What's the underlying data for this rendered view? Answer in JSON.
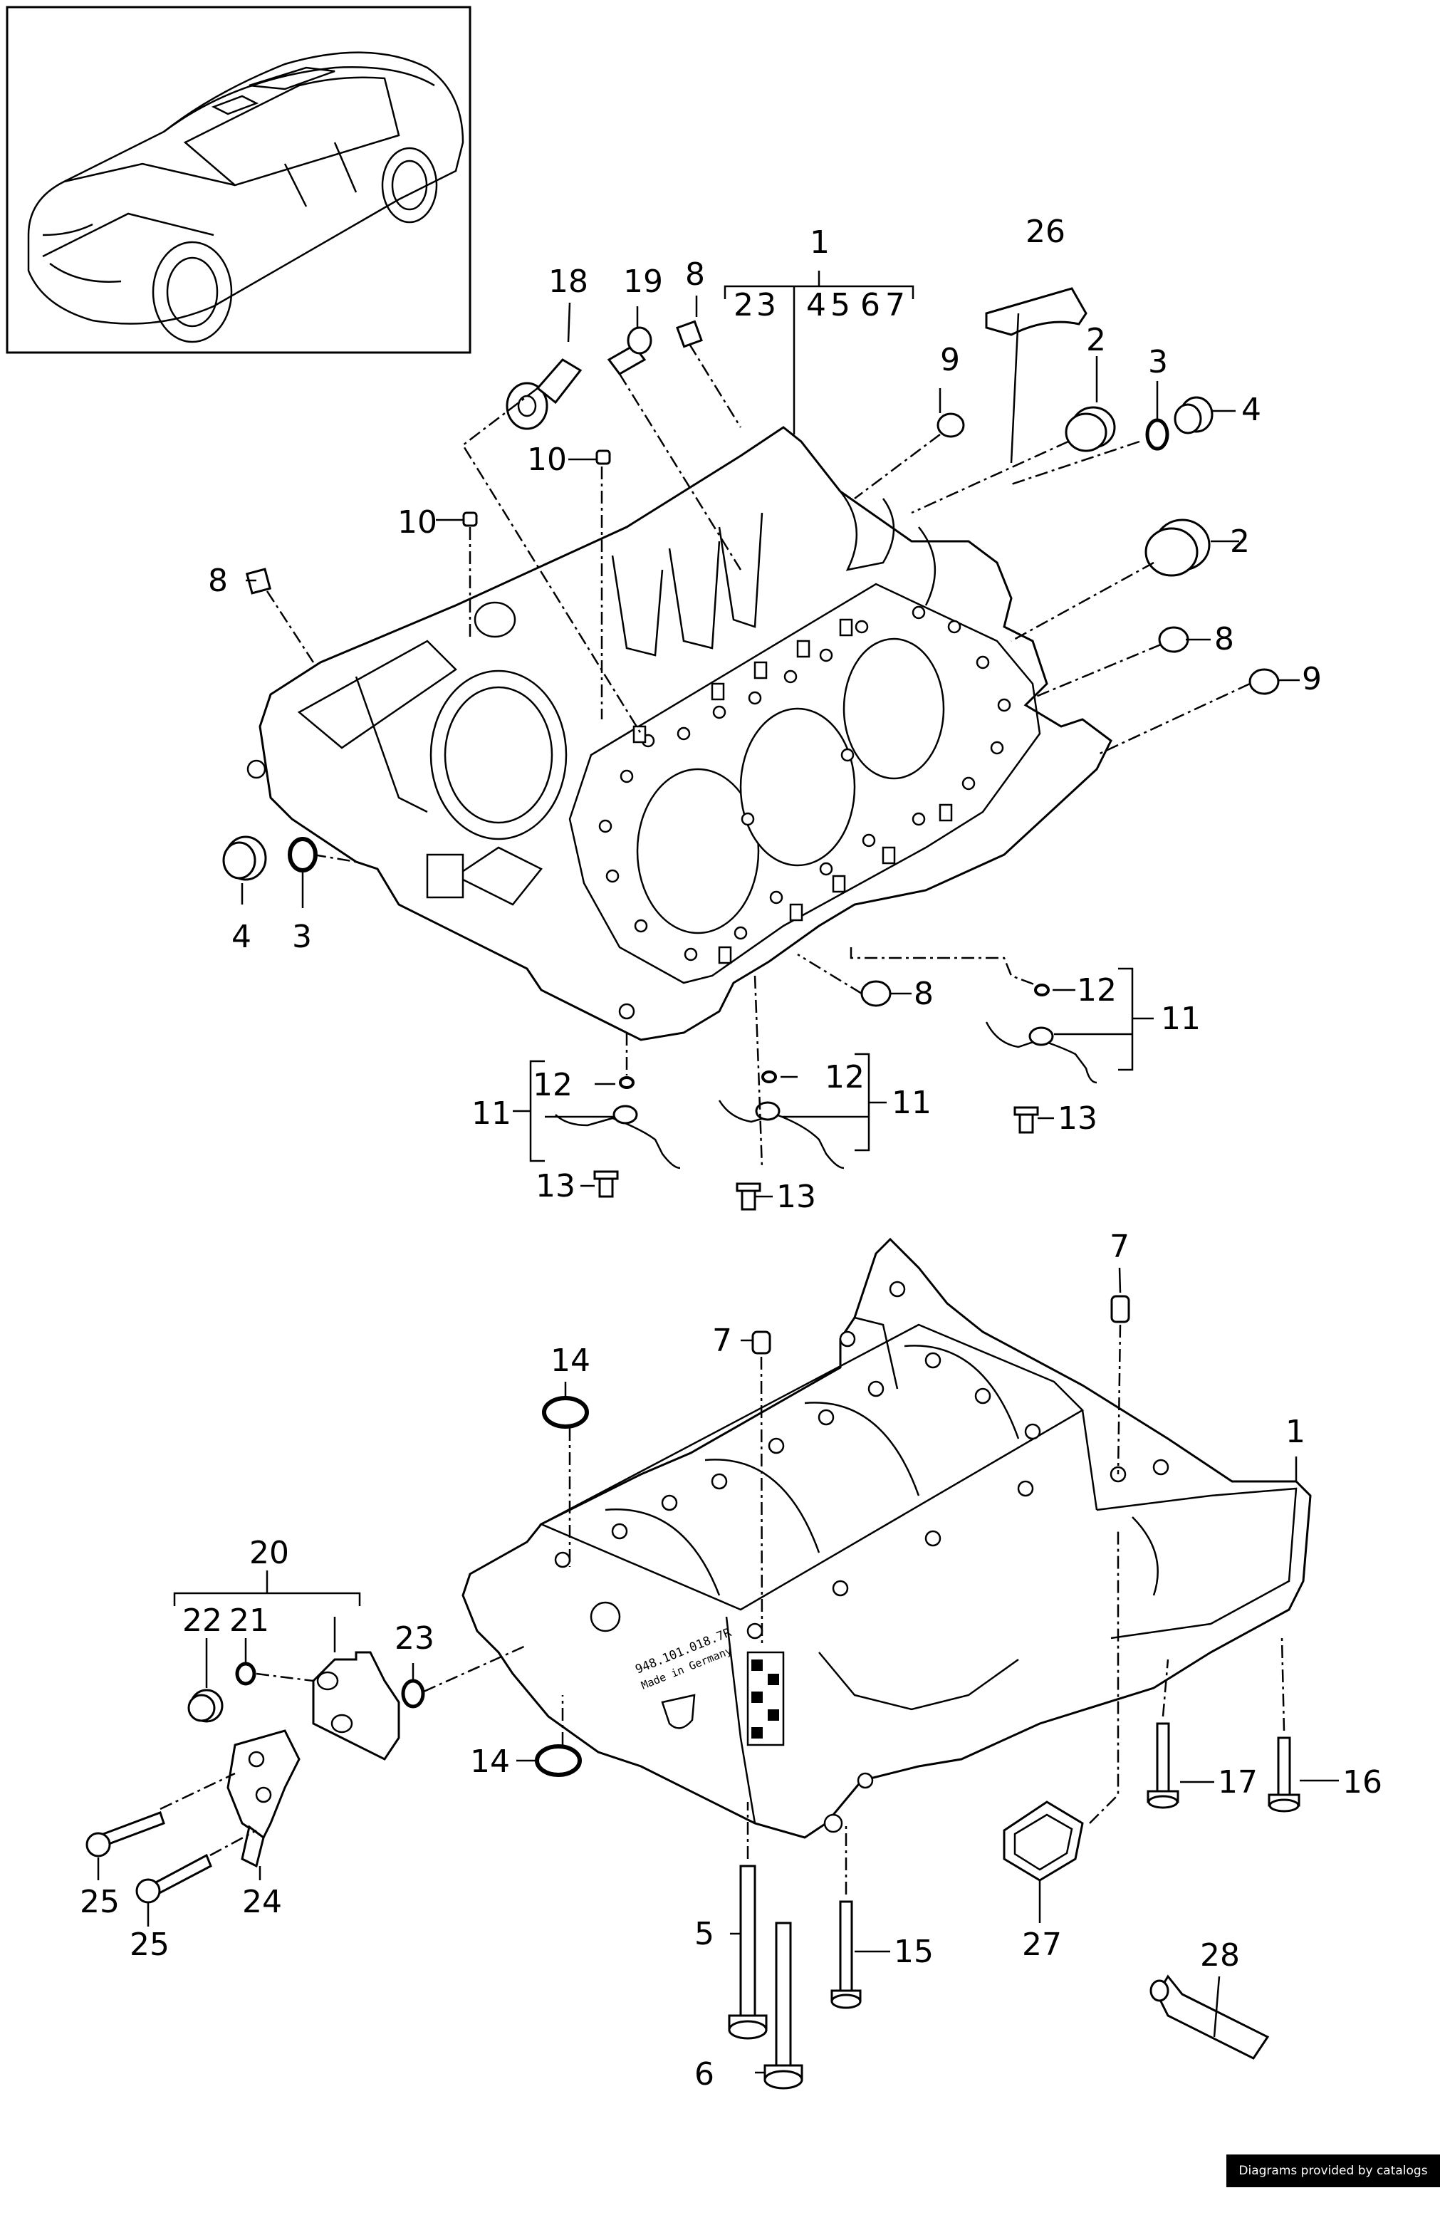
{
  "labels": {
    "top": {
      "l1": "1",
      "l2a": "2",
      "l3a": "3",
      "l4a": "4",
      "l5": "5",
      "l6": "6",
      "l7": "7",
      "l26": "26",
      "l18": "18",
      "l19": "19",
      "l8a": "8",
      "l9a": "9",
      "l2b": "2",
      "l3b": "3",
      "l4b": "4",
      "l2c": "2",
      "l10a": "10",
      "l10b": "10",
      "l8b": "8",
      "l8c": "8",
      "l9b": "9",
      "l4c": "4",
      "l3c": "3",
      "l8d": "8",
      "l12a": "12",
      "l11a": "11",
      "l13a": "13",
      "l12b": "12",
      "l11b": "11",
      "l13b": "13",
      "l12c": "12",
      "l11c": "11",
      "l13c": "13"
    },
    "bottom": {
      "l7a": "7",
      "l7b": "7",
      "l14a": "14",
      "l1": "1",
      "l20": "20",
      "l22": "22",
      "l21": "21",
      "l23": "23",
      "l14b": "14",
      "l17": "17",
      "l16": "16",
      "l25a": "25",
      "l25b": "25",
      "l24": "24",
      "l5": "5",
      "l15": "15",
      "l27": "27",
      "l28": "28",
      "l6": "6"
    }
  },
  "casting_text": {
    "part_number": "948.101.018.7R",
    "origin": "Made in Germany"
  },
  "credit": "Diagrams provided by catalogs parts"
}
